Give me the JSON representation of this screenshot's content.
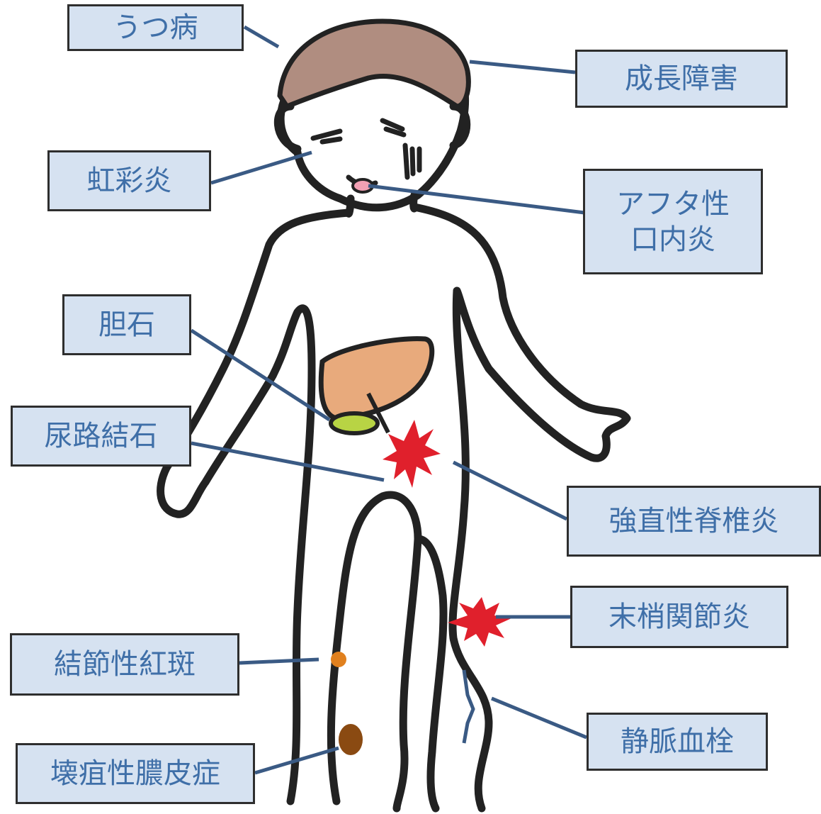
{
  "labels": {
    "depression": "うつ病",
    "growth": "成長障害",
    "iritis": "虹彩炎",
    "aphthous_line1": "アフタ性",
    "aphthous_line2": "口内炎",
    "gallstone": "胆石",
    "urolith": "尿路結石",
    "spondylitis": "強直性脊椎炎",
    "arthritis": "末梢関節炎",
    "erythema": "結節性紅斑",
    "thrombosis": "静脈血栓",
    "pyoderma": "壊疽性膿皮症"
  },
  "colors": {
    "box_fill": "#d6e2f1",
    "box_border": "#2e2e2e",
    "label_text": "#3f6fa8",
    "leader_line": "#3a5a84",
    "hair": "#b08d80",
    "liver": "#e8aa7c",
    "gallbladder": "#b8d444",
    "inflammation_burst": "#e0202c",
    "erythema_spot": "#e0801e",
    "pyoderma_spot": "#8a4a12",
    "outline": "#222222"
  }
}
